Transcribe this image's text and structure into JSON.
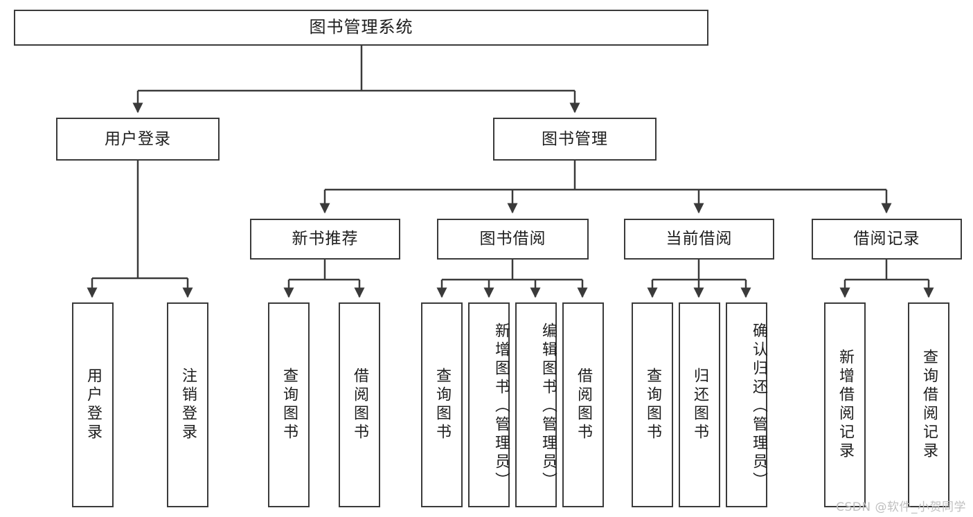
{
  "diagram": {
    "title_node": {
      "label": "图书管理系统"
    },
    "level2": [
      {
        "id": "user-login",
        "label": "用户登录"
      },
      {
        "id": "book-management",
        "label": "图书管理"
      }
    ],
    "level3": [
      {
        "id": "new-book-recommend",
        "label": "新书推荐"
      },
      {
        "id": "book-borrow",
        "label": "图书借阅"
      },
      {
        "id": "current-borrow",
        "label": "当前借阅"
      },
      {
        "id": "borrow-record",
        "label": "借阅记录"
      }
    ],
    "leaves": [
      {
        "id": "leaf-user-login",
        "label": "用户登录"
      },
      {
        "id": "leaf-logout-login",
        "label": "注销登录"
      },
      {
        "id": "leaf-query-book-1",
        "label": "查询图书"
      },
      {
        "id": "leaf-borrow-book-1",
        "label": "借阅图书"
      },
      {
        "id": "leaf-query-book-2",
        "label": "查询图书"
      },
      {
        "id": "leaf-add-book-admin",
        "label": "新增图书（管理员）"
      },
      {
        "id": "leaf-edit-book-admin",
        "label": "编辑图书（管理员）"
      },
      {
        "id": "leaf-borrow-book-2",
        "label": "借阅图书"
      },
      {
        "id": "leaf-query-book-3",
        "label": "查询图书"
      },
      {
        "id": "leaf-return-book",
        "label": "归还图书"
      },
      {
        "id": "leaf-confirm-return-admin",
        "label": "确认归还（管理员）"
      },
      {
        "id": "leaf-add-borrow-record",
        "label": "新增借阅记录"
      },
      {
        "id": "leaf-query-borrow-record",
        "label": "查询借阅记录"
      }
    ],
    "watermark": "CSDN @软件_小贺同学",
    "colors": {
      "stroke": "#3a3a3a",
      "text": "#1d1d1d",
      "background": "#ffffff",
      "watermark": "#bfbfbf"
    }
  }
}
